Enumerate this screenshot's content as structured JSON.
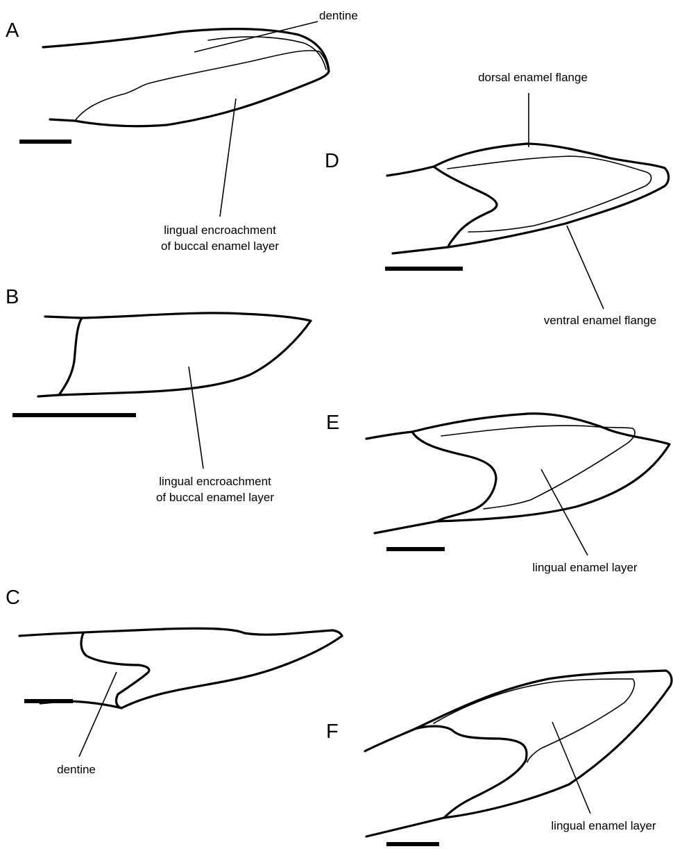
{
  "panels": [
    {
      "letter": "A",
      "labels": [
        "dentine",
        "lingual encroachment",
        "of buccal enamel layer"
      ]
    },
    {
      "letter": "B",
      "labels": [
        "lingual encroachment",
        "of buccal enamel layer"
      ]
    },
    {
      "letter": "C",
      "labels": [
        "dentine"
      ]
    },
    {
      "letter": "D",
      "labels": [
        "dorsal enamel flange",
        "ventral enamel flange"
      ]
    },
    {
      "letter": "E",
      "labels": [
        "lingual enamel layer"
      ]
    },
    {
      "letter": "F",
      "labels": [
        "lingual enamel layer"
      ]
    }
  ]
}
